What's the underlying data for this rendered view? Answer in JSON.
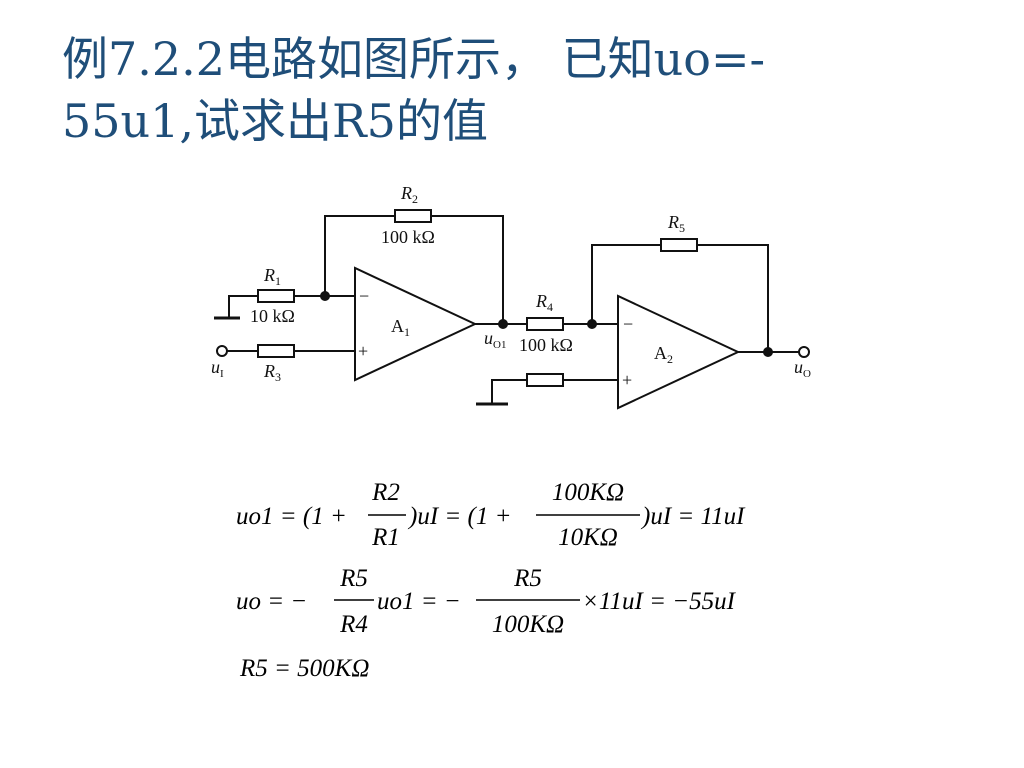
{
  "slide": {
    "title_line1": "例7.2.2电路如图所示， 已知uo=-",
    "title_line2": "55u1,试求出R5的值",
    "title_color": "#1f4e79"
  },
  "circuit": {
    "r1_name": "R",
    "r1_sub": "1",
    "r1_value": "10 kΩ",
    "r2_name": "R",
    "r2_sub": "2",
    "r2_value": "100 kΩ",
    "r3_name": "R",
    "r3_sub": "3",
    "r4_name": "R",
    "r4_sub": "4",
    "r4_value": "100 kΩ",
    "r5_name": "R",
    "r5_sub": "5",
    "a1_name": "A",
    "a1_sub": "1",
    "a2_name": "A",
    "a2_sub": "2",
    "minus": "−",
    "plus": "+",
    "ui_name": "u",
    "ui_sub": "I",
    "uo1_name": "u",
    "uo1_sub": "O1",
    "uo_name": "u",
    "uo_sub": "O"
  },
  "equations": {
    "eq1": {
      "lhs": "uo1 = (1 +",
      "frac1_num": "R2",
      "frac1_den": "R1",
      "mid": ")uI = (1 +",
      "frac2_num": "100KΩ",
      "frac2_den": "10KΩ",
      "rhs": ")uI = 11uI"
    },
    "eq2": {
      "lhs": "uo = −",
      "frac1_num": "R5",
      "frac1_den": "R4",
      "mid": "uo1 = −",
      "frac2_num": "R5",
      "frac2_den": "100KΩ",
      "rhs": "×11uI = −55uI"
    },
    "eq3": "R5 = 500KΩ"
  }
}
